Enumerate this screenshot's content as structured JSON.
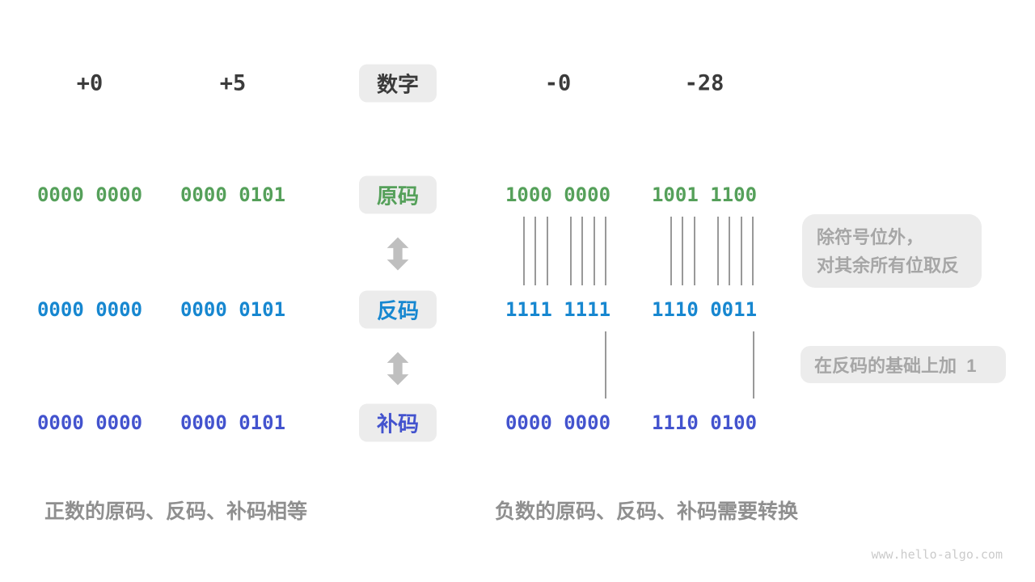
{
  "colors": {
    "number": "#3b3b3b",
    "sign_magnitude": "#55a05a",
    "ones_complement": "#1787d0",
    "twos_complement": "#4353ce",
    "box_bg": "#ececec",
    "arrow": "#bfbfbf",
    "line": "#999999",
    "annotation_text": "#a6a6a6",
    "caption_text": "#8f8f8f",
    "watermark_text": "#cbcbcb"
  },
  "header_row": {
    "label": "数字",
    "values": [
      "+0",
      "+5",
      "-0",
      "-28"
    ]
  },
  "rows": {
    "sign_magnitude": {
      "label": "原码",
      "values": [
        "0000 0000",
        "0000 0101",
        "1000 0000",
        "1001 1100"
      ]
    },
    "ones_complement": {
      "label": "反码",
      "values": [
        "0000 0000",
        "0000 0101",
        "1111 1111",
        "1110 0011"
      ]
    },
    "twos_complement": {
      "label": "补码",
      "values": [
        "0000 0000",
        "0000 0101",
        "0000 0000",
        "1110 0100"
      ]
    }
  },
  "annotations": {
    "flip_line1": "除符号位外，",
    "flip_line2": "对其余所有位取反",
    "add_one": "在反码的基础上加  1"
  },
  "captions": {
    "positive": "正数的原码、反码、补码相等",
    "negative": "负数的原码、反码、补码需要转换"
  },
  "watermark": "www.hello-algo.com"
}
